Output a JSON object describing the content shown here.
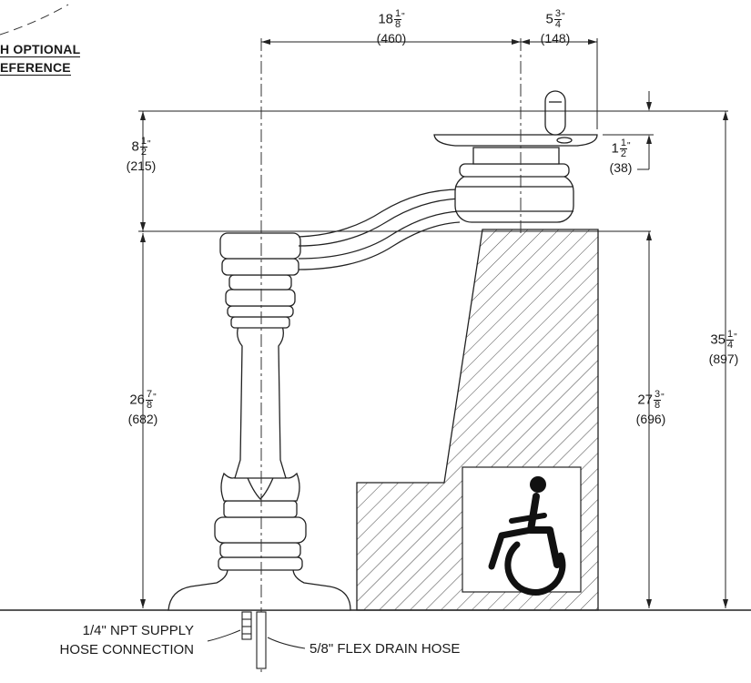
{
  "notes": {
    "line1": "H OPTIONAL",
    "line2": "EFERENCE"
  },
  "dimensions": {
    "top_width": {
      "whole": "18",
      "num": "1",
      "den": "8",
      "mm": "(460)"
    },
    "bowl_width": {
      "whole": "5",
      "num": "3",
      "den": "4",
      "mm": "(148)"
    },
    "arm_height": {
      "whole": "8",
      "num": "1",
      "den": "2",
      "mm": "(215)"
    },
    "bowl_rise": {
      "whole": "1",
      "num": "1",
      "den": "2",
      "mm": "(38)"
    },
    "overall_height": {
      "whole": "35",
      "num": "1",
      "den": "4",
      "mm": "(897)"
    },
    "column_height": {
      "whole": "26",
      "num": "7",
      "den": "8",
      "mm": "(682)"
    },
    "spout_height": {
      "whole": "27",
      "num": "3",
      "den": "8",
      "mm": "(696)"
    },
    "inch_mark": "\""
  },
  "callouts": {
    "supply_line1": "1/4\" NPT SUPPLY",
    "supply_line2": "HOSE CONNECTION",
    "drain": "5/8\" FLEX DRAIN HOSE"
  }
}
